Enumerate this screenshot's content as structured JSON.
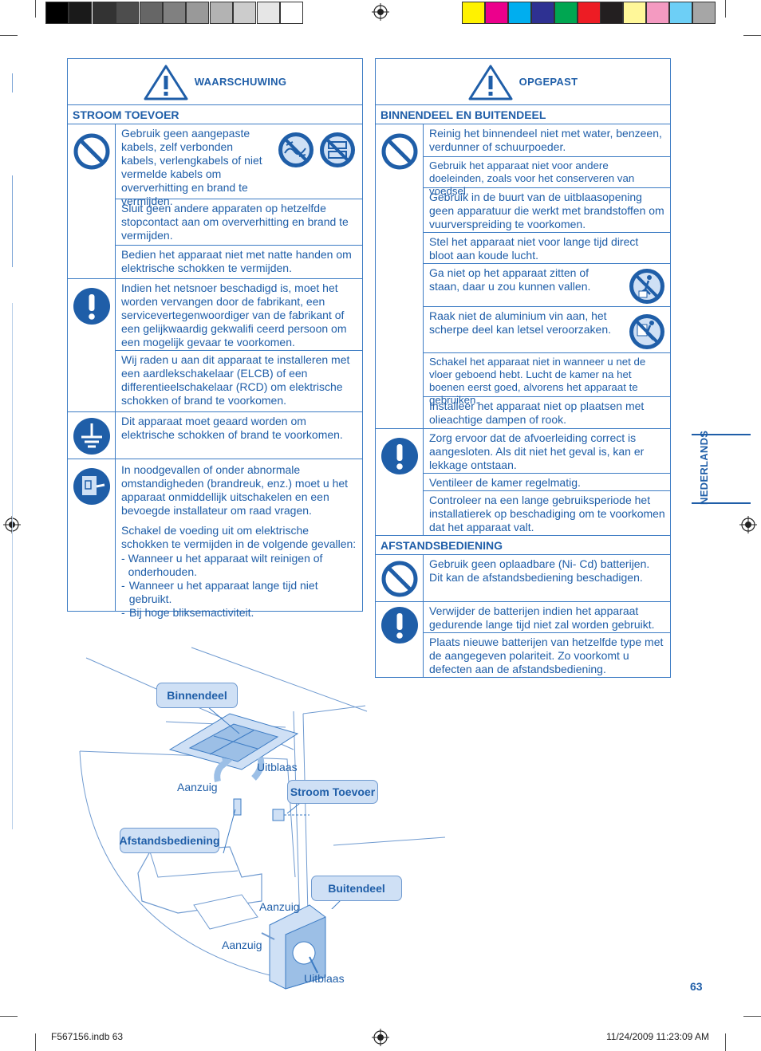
{
  "swatch_colors": [
    "#000000",
    "#1a1a1a",
    "#333333",
    "#4d4d4d",
    "#666666",
    "#808080",
    "#999999",
    "#b3b3b3",
    "#cccccc",
    "#e6e6e6",
    "#ffffff"
  ],
  "cmyk_colors": [
    "#fff200",
    "#ec008c",
    "#00aeef",
    "#2e3192",
    "#00a651",
    "#ed1c24",
    "#231f20",
    "#fff799",
    "#f49ac1",
    "#6dcff6",
    "#a6a6a6"
  ],
  "warning": {
    "title": "WAARSCHUWING",
    "section": "STROOM TOEVOER",
    "rows": [
      "Gebruik geen aangepaste kabels, zelf verbonden kabels, verlengkabels of niet vermelde kabels om oververhitting en brand te vermijden.",
      "Sluit geen andere apparaten op hetzelfde stopcontact aan om oververhitting en brand te vermijden.",
      "Bedien het apparaat niet met natte handen om elektrische schokken te vermijden.",
      "Indien het netsnoer beschadigd is, moet het worden vervangen door de fabrikant, een servicevertegenwoordiger van de fabrikant of een gelijkwaardig gekwalifi ceerd persoon om een mogelijk gevaar te voorkomen.",
      "Wij raden u aan dit apparaat te installeren met een aardlekschakelaar (ELCB) of een differentieelschakelaar (RCD) om elektrische schokken of brand te voorkomen.",
      "Dit apparaat moet geaard worden om elektrische schokken of brand te voorkomen.",
      "In noodgevallen of onder abnormale omstandigheden (brandreuk, enz.) moet u het apparaat onmiddellijk uitschakelen en een bevoegde installateur om raad vragen.",
      "Schakel de voeding uit om elektrische schokken te vermijden in de volgende gevallen:"
    ],
    "bullets": [
      "Wanneer u het apparaat wilt reinigen of onderhouden.",
      "Wanneer u het apparaat lange tijd niet gebruikt.",
      "Bij hoge bliksemactiviteit."
    ]
  },
  "caution": {
    "title": "OPGEPAST",
    "section1": "BINNENDEEL EN BUITENDEEL",
    "rows": [
      "Reinig het binnendeel niet met water, benzeen, verdunner of schuurpoeder.",
      "Gebruik het apparaat niet voor andere doeleinden, zoals voor het conserveren van voedsel.",
      "Gebruik in de buurt van de uitblaasopening geen apparatuur die werkt met brandstoffen om vuurverspreiding te voorkomen.",
      "Stel het apparaat niet voor lange tijd direct bloot aan koude lucht.",
      "Ga niet op het apparaat zitten of staan, daar u zou kunnen vallen.",
      "Raak niet de aluminium vin aan, het scherpe deel kan letsel veroorzaken.",
      "Schakel het apparaat niet in wanneer u net de vloer geboend hebt. Lucht de kamer na het boenen eerst goed, alvorens het apparaat te gebruiken.",
      "Installeer het apparaat niet op plaatsen met olieachtige dampen of rook.",
      "Zorg ervoor dat de afvoerleiding correct is aangesloten. Als dit niet het geval is, kan er lekkage ontstaan.",
      "Ventileer de kamer regelmatig.",
      "Controleer na een lange gebruiksperiode het installatierek op beschadiging om te voorkomen dat het apparaat valt."
    ],
    "section2": "AFSTANDSBEDIENING",
    "remote_rows": [
      "Gebruik geen oplaadbare (Ni- Cd) batterijen. Dit kan de afstandsbediening beschadigen.",
      "Verwijder de batterijen indien het apparaat gedurende lange tijd niet zal worden gebruikt.",
      "Plaats nieuwe batterijen van hetzelfde type met de aangegeven polariteit. Zo voorkomt u defecten aan de afstandsbediening."
    ]
  },
  "diagram": {
    "indoor": "Binnendeel",
    "power": "Stroom Toevoer",
    "remote": "Afstandsbediening",
    "outdoor": "Buitendeel",
    "outlet1": "Uitblaas",
    "intake1": "Aanzuig",
    "intake2": "Aanzuig",
    "intake3": "Aanzuig",
    "outlet2": "Uitblaas"
  },
  "side_tab": "NEDERLANDS",
  "page_number": "63",
  "footer": {
    "file": "F567156.indb   63",
    "date": "11/24/2009   11:23:09 AM"
  },
  "colors": {
    "primary": "#1f5ea8",
    "border": "#3d7cc4",
    "bubble": "#cfe0f5"
  }
}
